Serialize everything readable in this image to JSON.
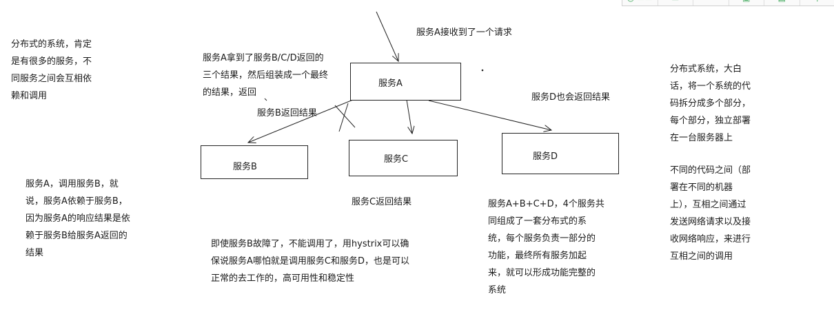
{
  "toolbar": {
    "icons": [
      "locate-icon",
      "doc-icon",
      "scissors-icon",
      "image-icon",
      "save-icon",
      "more-icon"
    ]
  },
  "diagram": {
    "boxes": {
      "a": "服务A",
      "b": "服务B",
      "c": "服务C",
      "d": "服务D"
    },
    "labels": {
      "a_receive": "服务A接收到了一个请求",
      "b_return": "服务B返回结果",
      "c_return": "服务C返回结果",
      "d_return": "服务D也会返回结果",
      "a_assemble": "服务A拿到了服务B/C/D返回的\n三个结果，然后组装成一个最终\n的结果，返回"
    }
  },
  "notes": {
    "left_top": "分布式的系统，肯定\n是有很多的服务，不\n同服务之间会互相依\n赖和调用",
    "left_bottom": "服务A，调用服务B，就\n说，服务A依赖于服务B，\n因为服务A的响应结果是依\n赖于服务B给服务A返回的\n结果",
    "hystrix": "即使服务B故障了，不能调用了，用hystrix可以确\n保说服务A哪怕就是调用服务C和服务D，也是可以\n正常的去工作的，高可用性和稳定性",
    "abcd": "服务A+B+C+D，4个服务共\n同组成了一套分布式的系\n统，每个服务负责一部分的\n功能，最终所有服务加起\n来，就可以形成功能完整的\n系统",
    "right_1": "分布式系统，大白\n话，将一个系统的代\n码拆分成多个部分，\n每个部分，独立部署\n在一台服务器上",
    "right_2": "不同的代码之间（部\n署在不同的机器\n上），互相之间通过\n发送网络请求以及接\n收网络响应，来进行\n互相之间的调用"
  }
}
